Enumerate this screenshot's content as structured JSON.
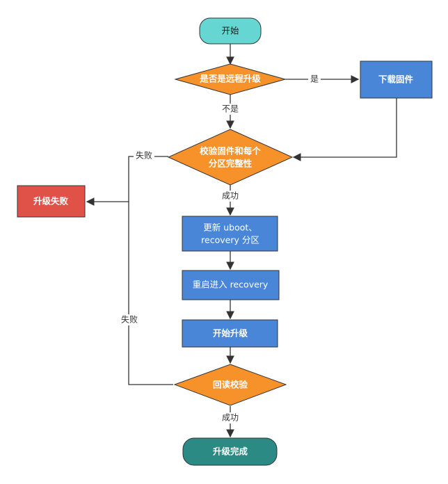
{
  "colors": {
    "start": "#66d6d2",
    "decision": "#f7922a",
    "process": "#4a86d8",
    "error": "#e05248",
    "end": "#2b8a84",
    "edge": "#333333"
  },
  "nodes": {
    "start": "开始",
    "is_remote_upgrade": "是否是远程升级",
    "download_firmware": "下载固件",
    "verify_line1": "校验固件和每个",
    "verify_line2": "分区完整性",
    "upgrade_failed": "升级失败",
    "update_line1": "更新 uboot、",
    "update_line2": "recovery 分区",
    "reboot_recovery": "重启进入 recovery",
    "start_upgrade": "开始升级",
    "readback_verify": "回读校验",
    "upgrade_complete": "升级完成"
  },
  "edge_labels": {
    "yes": "是",
    "no": "不是",
    "fail_top": "失败",
    "success_1": "成功",
    "fail_bottom": "失败",
    "success_2": "成功"
  }
}
